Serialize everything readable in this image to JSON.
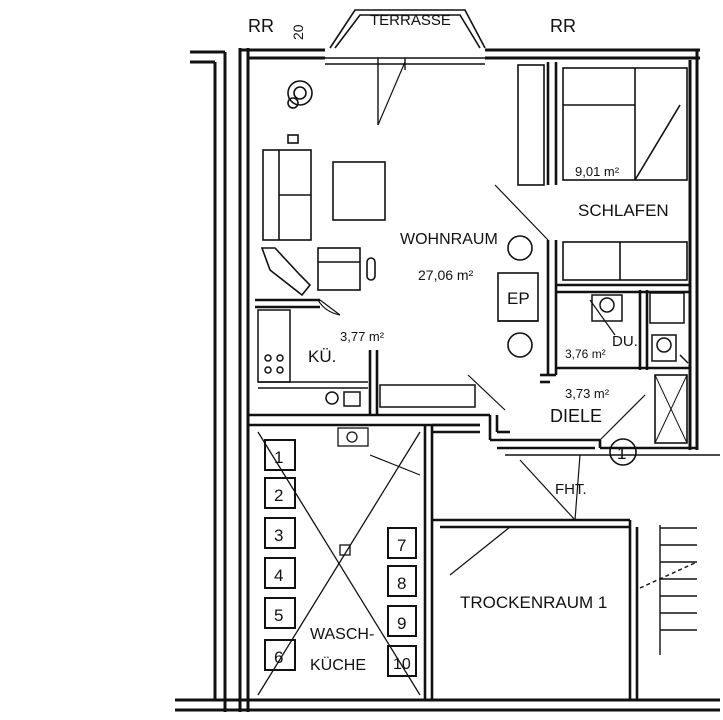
{
  "plan": {
    "marks": {
      "rr_left": "RR",
      "rr_right": "RR",
      "dim": "20",
      "terrace": "TERRASSE"
    },
    "rooms": {
      "wohnraum": {
        "name": "WOHNRAUM",
        "area": "27,06 m²"
      },
      "schlafen": {
        "name": "SCHLAFEN",
        "area": "9,01 m²"
      },
      "kueche": {
        "name": "KÜ.",
        "area": "3,77 m²"
      },
      "dusche": {
        "name": "DU.",
        "area": "3,76 m²"
      },
      "diele": {
        "name": "DIELE",
        "area": "3,73 m²"
      },
      "ep": "EP",
      "fht": "FHT.",
      "trockenraum": "TROCKENRAUM 1",
      "waschkueche_1": "WASCH-",
      "waschkueche_2": "KÜCHE",
      "circle_no": "1"
    },
    "boxes": [
      "1",
      "2",
      "3",
      "4",
      "5",
      "6",
      "7",
      "8",
      "9",
      "10"
    ]
  }
}
